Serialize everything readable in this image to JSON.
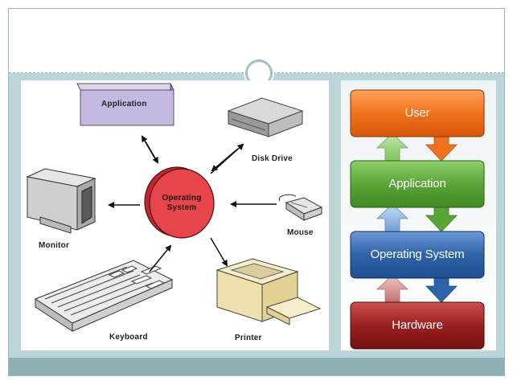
{
  "diagram": {
    "labels": {
      "application": "Application",
      "disk_drive": "Disk Drive",
      "monitor": "Monitor",
      "mouse": "Mouse",
      "keyboard": "Keyboard",
      "printer": "Printer",
      "operating_system_line1": "Operating",
      "operating_system_line2": "System"
    }
  },
  "layers": [
    {
      "label": "User",
      "color": "#ee6a10"
    },
    {
      "label": "Application",
      "color": "#5aa537"
    },
    {
      "label": "Operating System",
      "color": "#2f63a8"
    },
    {
      "label": "Hardware",
      "color": "#8c1f1f"
    }
  ]
}
